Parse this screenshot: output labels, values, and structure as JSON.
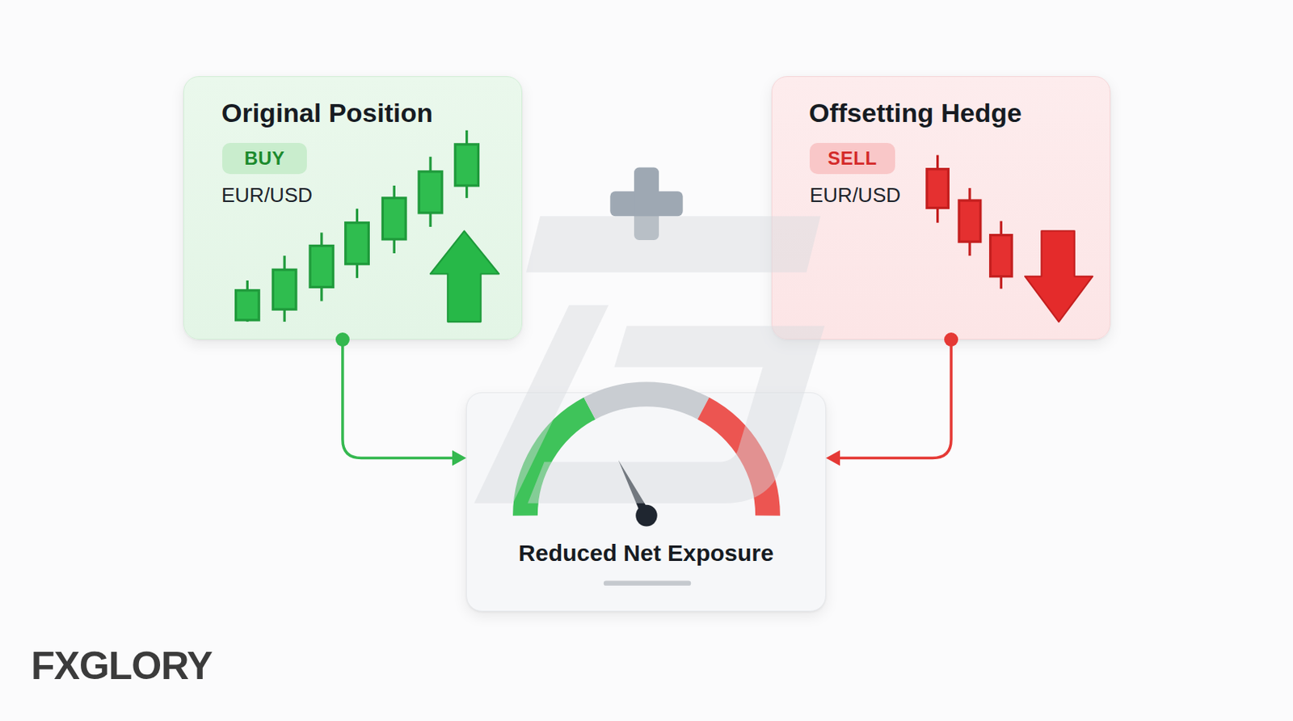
{
  "diagram": {
    "nodes": [
      {
        "text": [
          "Original Position",
          "EUR/USD"
        ]
      },
      {
        "text": [
          "BUY"
        ],
        "in": 0
      },
      {
        "text": [
          "Offsetting Hedge",
          "EUR/USD"
        ]
      },
      {
        "text": [
          "SELL"
        ],
        "in": 2
      },
      {
        "text": [
          "Reduced Net Exposure"
        ]
      }
    ],
    "edges": [
      {
        "from": 0,
        "to": 4,
        "arrow": "to"
      },
      {
        "from": 2,
        "to": 4,
        "arrow": "to"
      }
    ],
    "labels": [
      "FXGLORY"
    ]
  }
}
